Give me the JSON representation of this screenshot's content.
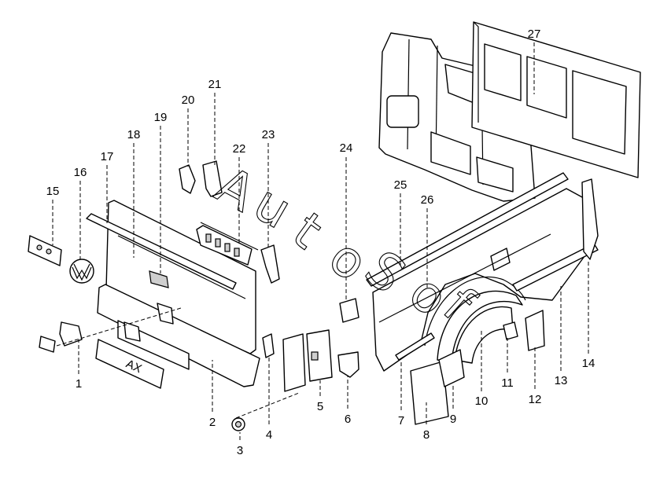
{
  "callouts": [
    "1",
    "2",
    "3",
    "4",
    "5",
    "6",
    "7",
    "8",
    "9",
    "10",
    "11",
    "12",
    "13",
    "14",
    "15",
    "16",
    "17",
    "18",
    "19",
    "20",
    "21",
    "22",
    "23",
    "24",
    "25",
    "26",
    "27"
  ],
  "plate_text": "AX",
  "watermark": "AutoSof",
  "colors": {
    "line": "#000000",
    "background": "#ffffff"
  }
}
